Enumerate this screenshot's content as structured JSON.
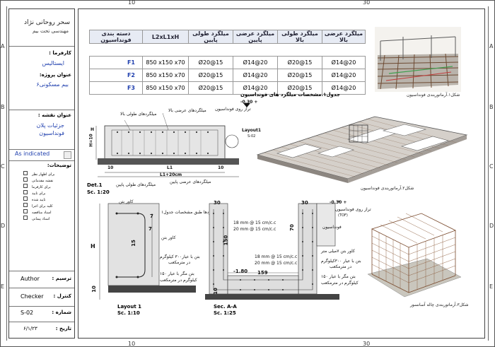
{
  "rulers": {
    "top_left": "10",
    "top_right": "30",
    "bottom_left": "10",
    "bottom_right": "30"
  },
  "row_letters": [
    "A",
    "B",
    "C",
    "D",
    "E"
  ],
  "title_block": {
    "company": "سحر روحانی نژاد",
    "company_sub": "مهندسی تحت بیم",
    "client_label": "کارفرما :",
    "client_value": "ایستالیس",
    "project_label": "عنوان پروژه:",
    "project_value": "بیم مسکونی۶",
    "sheet_title_label": "عنوان نقشه :",
    "sheet_title_value_1": "جزئیات پلان",
    "sheet_title_value_2": "فونداسیون",
    "scale_value": "As indicated",
    "notes_label": "توضیحات:",
    "checklist": [
      "برای اظهار نظر",
      "نقشه مقدماتی",
      "برای کارفرما",
      "برای تایید",
      "تایید شده",
      "کلیه برای اجرا",
      "اسناد مناقصه",
      "اسناد پیمانی"
    ],
    "author_value": "Author",
    "author_label": "ترسیم :",
    "checker_value": "Checker",
    "checker_label": "کنترل :",
    "number_value": "S-02",
    "number_label": "شماره :",
    "date_value": "۶/۱/۲۳",
    "date_label": "تاریخ :"
  },
  "table": {
    "headers": [
      "دسته بندی فونداسیون",
      "L2xL1xH",
      "میلگرد طولی پایین",
      "میلگرد عرضی پایین",
      "میلگرد طولی بالا",
      "میلگرد عرضی بالا"
    ],
    "rows": [
      [
        "F1",
        "850 x150 x70",
        "Ø20@15",
        "Ø14@20",
        "Ø20@15",
        "Ø14@20"
      ],
      [
        "F2",
        "850 x150 x70",
        "Ø20@15",
        "Ø14@20",
        "Ø20@15",
        "Ø14@20"
      ],
      [
        "F3",
        "850 x150 x70",
        "Ø20@15",
        "Ø14@20",
        "Ø20@15",
        "Ø14@20"
      ]
    ],
    "caption": "جدول۱.مشخصات میلگرد های فونداسیون"
  },
  "views": {
    "img1_caption": "شکل۱.آرماتوربندی فونداسیون",
    "img2_caption": "شکل۲.آرماتوربندی فونداسیون",
    "img3_caption": "شکل۳.آرماتوربندی چاله آسانسور"
  },
  "det1": {
    "label_top_long": "میلگردهای طولی بالا",
    "label_top_trans": "میلگردهای عرضی بالا",
    "level": "-0.30 +",
    "level_note": "تراز روی فونداسیون",
    "layout_tag": "Layout1",
    "layout_sub": "S-02",
    "dim_h": "H=10",
    "dim_h2": "H",
    "dim_10a": "10",
    "dim_10b": "10",
    "dim_l1": "L1",
    "dim_l1b": "L1+20cm",
    "label_bottom_trans": "میلگردهای عرضی پایین",
    "label_bottom_long": "میلگردهای طولی پایین",
    "title": "Det.1",
    "scale": "Sc. 1:20"
  },
  "layout1": {
    "label_cover": "کاور بتن",
    "label_bars": "میلگردها طبق مشخصات جدول۱",
    "label_cover2": "کاور بتن",
    "dim_7a": "7",
    "dim_7b": "7",
    "dim_15": "15",
    "dim_h": "H",
    "dim_10": "10",
    "note1": "بتن با عیار۳۰۰ کیلوگرم",
    "note1b": "در مترمکعب",
    "note2": "بتن مگر با عیار ۱۵۰",
    "note2b": "کیلوگرم در مترمکعب",
    "title": "Layout 1",
    "scale": "Sc. 1:10"
  },
  "seca": {
    "dim_30a": "30",
    "dim_30b": "30",
    "dim_159": "159",
    "dim_70": "70",
    "dim_150": "150",
    "dim_10": "10",
    "level_bottom": "-1.80",
    "bar1": "18 mm @ 15 cm/c.c",
    "bar2": "20 mm @ 15 cm/c.c",
    "bar3": "18 mm @ 15 cm/c.c",
    "bar4": "20 mm @ 15 cm/c.c",
    "level": "-0.30 +",
    "level_note": "تراز روی فونداسیون",
    "level_tag": "(TOF)",
    "fnd_label": "فونداسیون",
    "note1": "کاور بتن ۷میلی متر",
    "note2": "بتن با عیار ۳۰۰کیلوگرم",
    "note2b": "در مترمکعب",
    "note3": "بتن مگر با عیار ۱۵۰",
    "note3b": "کیلوگرم در مترمکعب",
    "title": "Sec. A-A",
    "scale": "Sc. 1:25"
  }
}
